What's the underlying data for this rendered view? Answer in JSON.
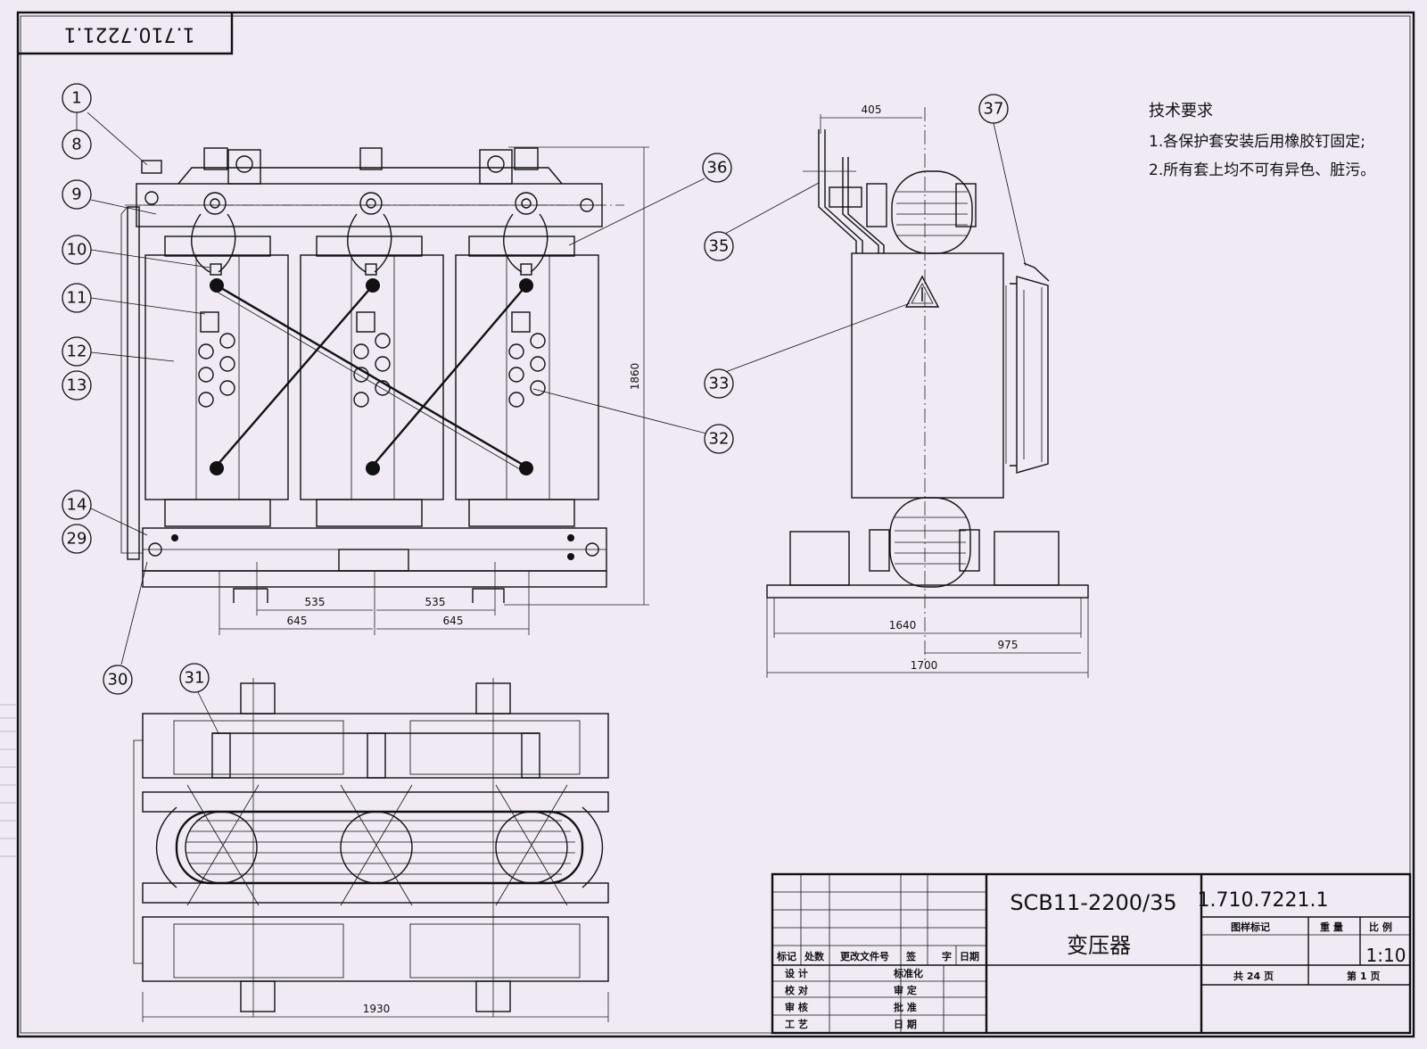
{
  "drawing": {
    "code_rotated": "1.710.7221.1",
    "callouts": [
      "1",
      "8",
      "9",
      "10",
      "11",
      "12",
      "13",
      "14",
      "29",
      "30",
      "31",
      "32",
      "33",
      "35",
      "36",
      "37"
    ]
  },
  "dimensions": {
    "front": [
      "535",
      "535",
      "645",
      "645",
      "1860"
    ],
    "side": [
      "405",
      "1640",
      "975",
      "1700"
    ],
    "bottom": [
      "1930"
    ]
  },
  "tech_requirements": {
    "title": "技术要求",
    "items": [
      "1.各保护套安装后用橡胶钉固定;",
      "2.所有套上均不可有异色、脏污。"
    ]
  },
  "title_block": {
    "model": "SCB11-2200/35",
    "name": "变压器",
    "drawing_no": "1.710.7221.1",
    "pattern_mark": "图样标记",
    "weight": "重 量",
    "scale_label": "比 例",
    "scale": "1:10",
    "total_pages": "共 24 页",
    "page": "第 1 页",
    "rev_headers": [
      "标记",
      "处数",
      "更改文件号",
      "签",
      "字",
      "日期"
    ],
    "roles_left": [
      "设 计",
      "校 对",
      "审 核",
      "工 艺"
    ],
    "roles_right": [
      "标准化",
      "审 定",
      "批 准",
      "日 期"
    ]
  }
}
